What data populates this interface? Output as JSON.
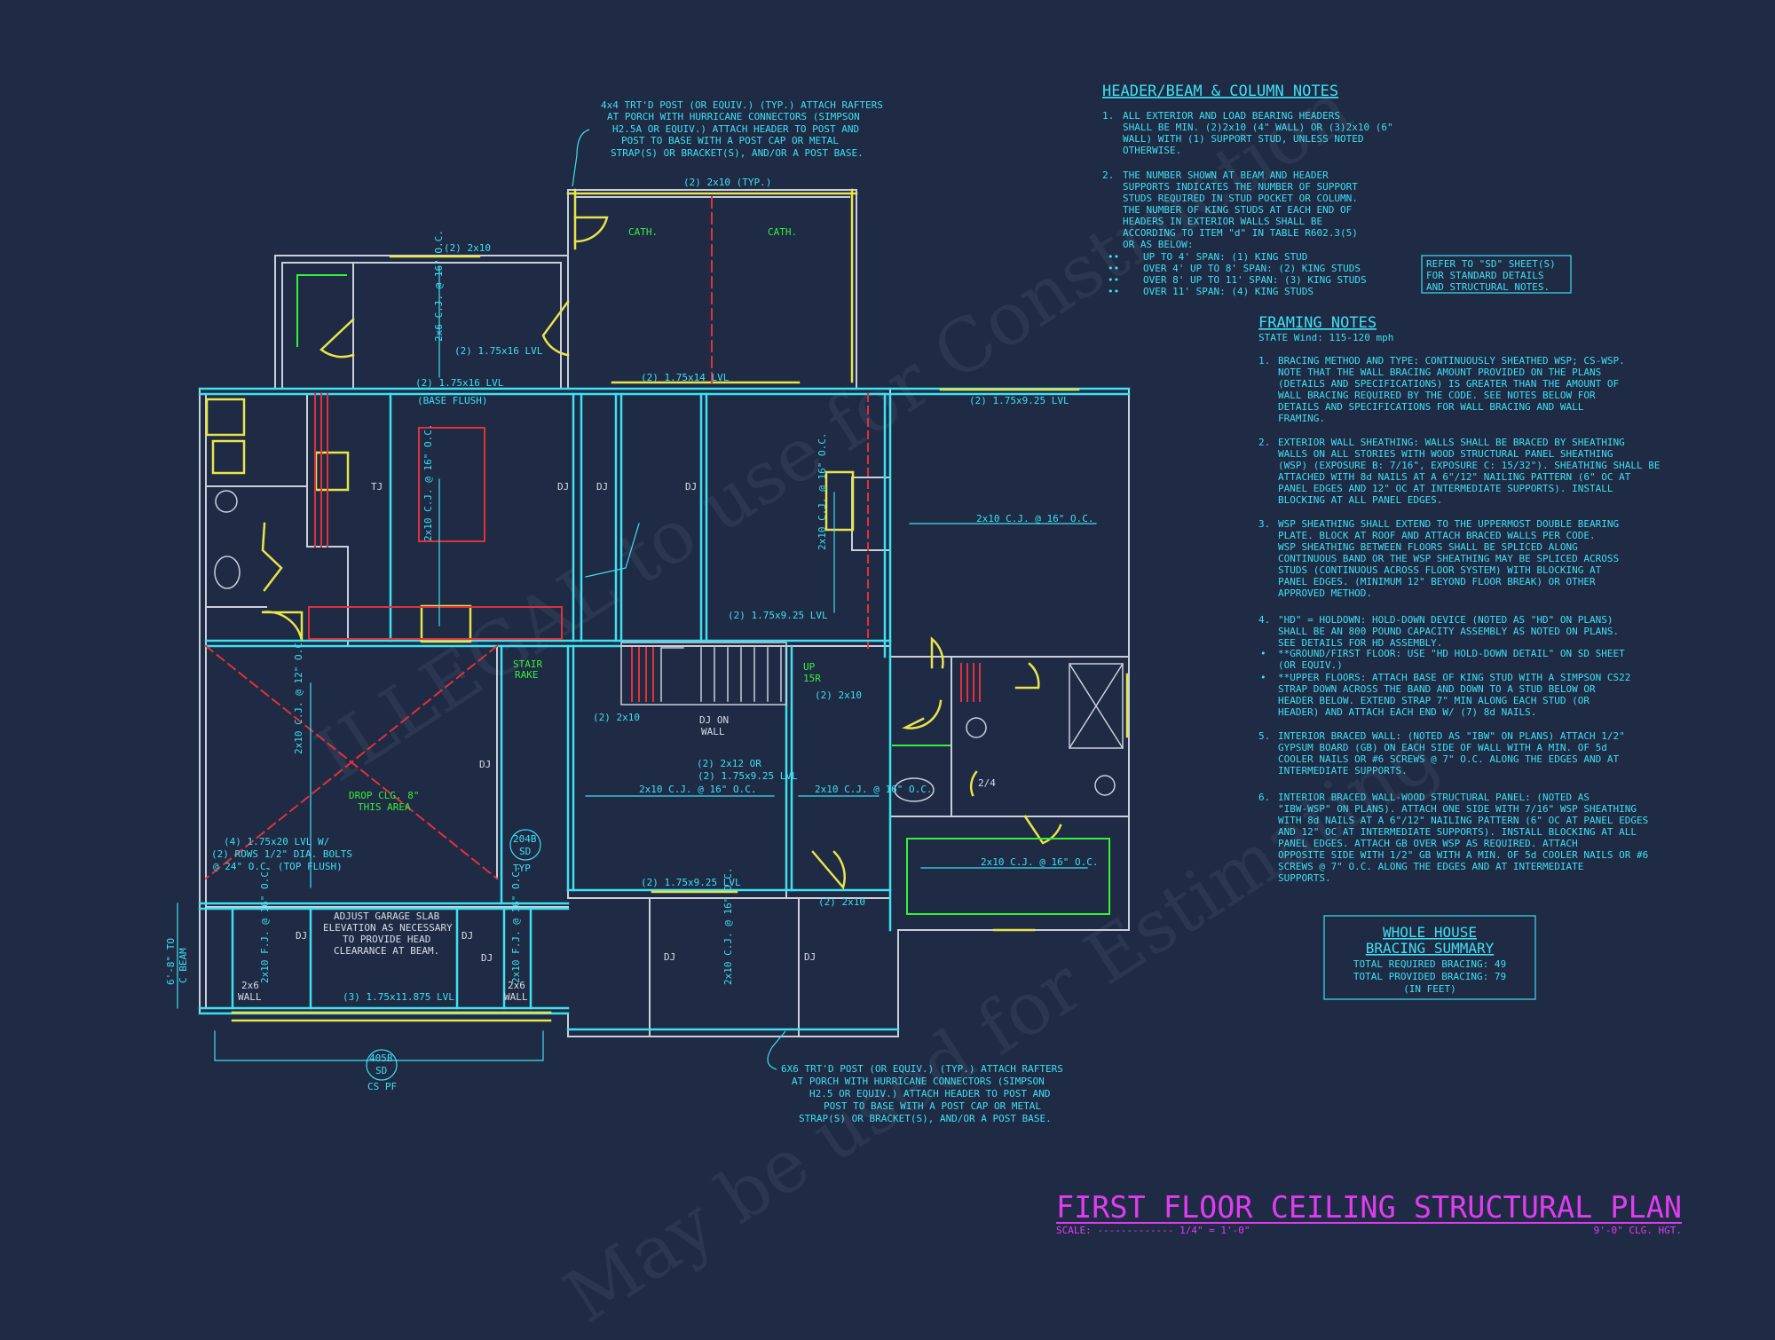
{
  "header_notes": {
    "title": "HEADER/BEAM & COLUMN NOTES",
    "items": [
      {
        "num": "1.",
        "lines": [
          "ALL EXTERIOR AND LOAD BEARING HEADERS",
          "SHALL BE MIN. (2)2x10 (4\" WALL) OR (3)2x10 (6\"",
          "WALL) WITH (1) SUPPORT STUD, UNLESS NOTED",
          "OTHERWISE."
        ]
      },
      {
        "num": "2.",
        "lines": [
          "THE NUMBER SHOWN AT BEAM AND HEADER",
          "SUPPORTS INDICATES THE NUMBER OF SUPPORT",
          "STUDS REQUIRED IN STUD POCKET OR COLUMN.",
          "THE NUMBER OF KING STUDS AT EACH END OF",
          "HEADERS IN EXTERIOR WALLS SHALL BE",
          "ACCORDING TO ITEM \"d\" IN TABLE R602.3(5)",
          "OR AS BELOW:"
        ]
      }
    ],
    "bullets": [
      "UP TO 4' SPAN: (1) KING STUD",
      "OVER 4' UP TO 8' SPAN: (2) KING STUDS",
      "OVER 8' UP TO 11' SPAN: (3) KING STUDS",
      "OVER 11' SPAN: (4) KING STUDS"
    ]
  },
  "refer_box": [
    "REFER TO \"SD\" SHEET(S)",
    "FOR STANDARD DETAILS",
    "AND STRUCTURAL NOTES."
  ],
  "framing_notes": {
    "title": "FRAMING NOTES",
    "subtitle": "STATE Wind: 115-120 mph",
    "items": [
      {
        "num": "1.",
        "lines": [
          "BRACING METHOD AND TYPE: CONTINUOUSLY SHEATHED WSP; CS-WSP.",
          "NOTE THAT THE WALL BRACING AMOUNT PROVIDED ON THE PLANS",
          "(DETAILS AND SPECIFICATIONS) IS GREATER THAN THE AMOUNT OF",
          "WALL BRACING REQUIRED BY THE CODE. SEE NOTES BELOW FOR",
          "DETAILS AND SPECIFICATIONS FOR WALL BRACING AND WALL",
          "FRAMING."
        ]
      },
      {
        "num": "2.",
        "lines": [
          "EXTERIOR WALL SHEATHING: WALLS SHALL BE BRACED BY SHEATHING",
          "WALLS ON ALL STORIES WITH WOOD STRUCTURAL PANEL SHEATHING",
          "(WSP) (EXPOSURE B: 7/16\", EXPOSURE C: 15/32\"). SHEATHING SHALL BE",
          "ATTACHED WITH 8d NAILS AT A 6\"/12\" NAILING PATTERN (6\" OC AT",
          "PANEL EDGES AND 12\" OC AT INTERMEDIATE SUPPORTS). INSTALL",
          "BLOCKING AT ALL PANEL EDGES."
        ]
      },
      {
        "num": "3.",
        "lines": [
          "WSP SHEATHING SHALL EXTEND TO THE UPPERMOST DOUBLE BEARING",
          "PLATE. BLOCK AT ROOF AND ATTACH BRACED WALLS PER CODE.",
          "WSP SHEATHING BETWEEN FLOORS SHALL BE SPLICED ALONG",
          "CONTINUOUS BAND OR THE WSP SHEATHING MAY BE SPLICED ACROSS",
          "STUDS (CONTINUOUS ACROSS FLOOR SYSTEM) WITH BLOCKING AT",
          "PANEL EDGES. (MINIMUM 12\" BEYOND FLOOR BREAK) OR OTHER",
          "APPROVED METHOD."
        ]
      },
      {
        "num": "4.",
        "lines": [
          "\"HD\" = HOLDOWN: HOLD-DOWN DEVICE (NOTED AS \"HD\" ON PLANS)",
          "SHALL BE AN 800 POUND CAPACITY ASSEMBLY AS NOTED ON PLANS.",
          "SEE DETAILS FOR HD ASSEMBLY."
        ]
      },
      {
        "num": "•",
        "lines": [
          "**GROUND/FIRST FLOOR: USE \"HD HOLD-DOWN DETAIL\" ON SD SHEET",
          "(OR EQUIV.)"
        ]
      },
      {
        "num": "•",
        "lines": [
          "**UPPER FLOORS: ATTACH BASE OF KING STUD WITH A SIMPSON CS22",
          "STRAP DOWN ACROSS THE BAND AND DOWN TO A STUD BELOW OR",
          "HEADER BELOW. EXTEND STRAP 7\" MIN ALONG EACH STUD (OR",
          "HEADER) AND ATTACH EACH END W/ (7) 8d NAILS."
        ]
      },
      {
        "num": "5.",
        "lines": [
          "INTERIOR BRACED WALL: (NOTED AS \"IBW\" ON PLANS) ATTACH 1/2\"",
          "GYPSUM BOARD (GB) ON EACH SIDE OF WALL WITH A MIN. OF 5d",
          "COOLER NAILS OR #6 SCREWS @ 7\" O.C. ALONG THE EDGES AND AT",
          "INTERMEDIATE SUPPORTS."
        ]
      },
      {
        "num": "6.",
        "lines": [
          "INTERIOR BRACED WALL-WOOD STRUCTURAL PANEL: (NOTED AS",
          "\"IBW-WSP\" ON PLANS). ATTACH ONE SIDE WITH 7/16\" WSP SHEATHING",
          "WITH 8d NAILS AT A 6\"/12\" NAILING PATTERN (6\" OC AT PANEL EDGES",
          "AND 12\" OC AT INTERMEDIATE SUPPORTS). INSTALL BLOCKING AT ALL",
          "PANEL EDGES. ATTACH GB OVER WSP AS REQUIRED. ATTACH",
          "OPPOSITE SIDE WITH 1/2\" GB WITH A MIN. OF 5d COOLER NAILS OR #6",
          "SCREWS @ 7\" O.C. ALONG THE EDGES AND AT INTERMEDIATE",
          "SUPPORTS."
        ]
      }
    ]
  },
  "bracing_summary": {
    "title1": "WHOLE HOUSE",
    "title2": "BRACING SUMMARY",
    "required": "TOTAL REQUIRED BRACING: 49",
    "provided": "TOTAL PROVIDED BRACING: 79",
    "unit": "(IN FEET)"
  },
  "title_block": {
    "title": "FIRST FLOOR CEILING STRUCTURAL PLAN",
    "scale": "SCALE: ------------- 1/4\" = 1'-0\"",
    "height": "9'-0\" CLG. HGT."
  },
  "callouts": {
    "top_post": [
      "4x4 TRT'D POST (OR EQUIV.) (TYP.) ATTACH RAFTERS",
      "AT PORCH WITH HURRICANE CONNECTORS (SIMPSON",
      "H2.5A OR EQUIV.) ATTACH HEADER TO POST AND",
      "POST TO BASE WITH A POST CAP OR METAL",
      "STRAP(S) OR BRACKET(S), AND/OR A POST BASE."
    ],
    "bottom_post": [
      "6X6 TRT'D POST (OR EQUIV.) (TYP.) ATTACH RAFTERS",
      "AT PORCH WITH HURRICANE CONNECTORS (SIMPSON",
      "H2.5 OR EQUIV.) ATTACH HEADER TO POST AND",
      "POST TO BASE WITH A POST CAP OR METAL",
      "STRAP(S) OR BRACKET(S), AND/OR A POST BASE."
    ]
  },
  "plan_labels": {
    "porch_header": "(2) 2x10 (TYP.)",
    "cath": "CATH.",
    "h_2x10": "(2) 2x10",
    "cj_16": "2x6 C.J. @ 16\" O.C.",
    "lvl_16": "(2) 1.75x16 LVL",
    "lvl_16_mid": "(2) 1.75x16 LVL",
    "base_flush": "(BASE FLUSH)",
    "lvl_14": "(2) 1.75x14 LVL",
    "lvl_925_r": "(2) 1.75x9.25 LVL",
    "cj_kitchen": "2x10 C.J. @ 16\" O.C.",
    "dj": "DJ",
    "tj": "TJ",
    "cj_fam": "2x10 C.J. @ 16\" O.C.",
    "cj_great": "2x10 C.J. @ 16\" O.C.",
    "lvl_925_stair": "(2) 1.75x9.25 LVL",
    "stair_rake": [
      "STAIR",
      "RAKE"
    ],
    "up": [
      "UP",
      "15R"
    ],
    "stair_2x10": "(2) 2x10",
    "stair_2x10_b": "(2) 2x10",
    "dj_on_wall": [
      "DJ ON",
      "WALL"
    ],
    "cj_garage": "2x10 C.J. @ 12\" O.C.",
    "drop_clg": [
      "DROP CLG. 8\"",
      "THIS AREA"
    ],
    "beam_note": [
      "(4) 1.75x20 LVL W/",
      "(2) ROWS 1/2\" DIA. BOLTS",
      "@ 24\" O.C. (TOP FLUSH)"
    ],
    "sd204": [
      "204B",
      "SD",
      "TYP"
    ],
    "two12": [
      "(2) 2x12 OR",
      "(2) 1.75x9.25 LVL"
    ],
    "cj_mid1": "2x10 C.J. @ 16\" O.C.",
    "cj_mid2": "2x10 C.J. @ 16\" O.C.",
    "lvl_925_bot": "(2) 1.75x9.25 LVL",
    "h_2x10_bot": "(2) 2x10",
    "garage_slab": [
      "ADJUST GARAGE SLAB",
      "ELEVATION AS NECESSARY",
      "TO PROVIDE HEAD",
      "CLEARANCE AT BEAM."
    ],
    "fj": "2x10 F.J. @ 16\" O.C.",
    "fj2": "2x10 F.J. @ 16\" O.C.",
    "wall_l": [
      "2x6",
      "WALL"
    ],
    "wall_r": [
      "2x6",
      "WALL"
    ],
    "lvl_11875": "(3) 1.75x11.875 LVL",
    "beam_ht": [
      "6'-8\" TO",
      "C BEAM"
    ],
    "sd405": [
      "405B",
      "SD",
      "CS PF"
    ],
    "porch_cj": "2x10 C.J. @ 16\" O.C.",
    "bath_cj": "2x10 C.J. @ 16\" O.C.",
    "half": "2/4"
  },
  "watermarks": [
    "ILLEGAL to use for Construction",
    "May be used for Estimating"
  ],
  "colors": {
    "background": "#1f2a44",
    "cyan": "#3fe0f0",
    "white": "#d7dde8",
    "yellow": "#e8e54a",
    "green": "#36f03a",
    "magenta": "#e03cf0",
    "red": "#e0323a"
  }
}
